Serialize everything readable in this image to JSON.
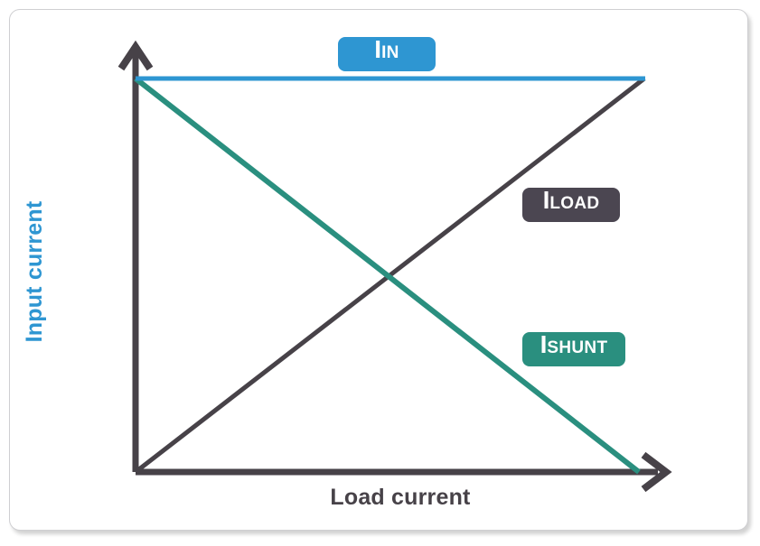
{
  "figure": {
    "background_color": "#ffffff",
    "border_color": "#cfcfd2"
  },
  "chart_data": {
    "type": "line",
    "title": "",
    "subtitle": "",
    "xlabel": "Load current",
    "ylabel": "Input current",
    "xlim": [
      0,
      1
    ],
    "ylim": [
      0,
      1
    ],
    "grid": false,
    "axis_ticks": false,
    "axis_arrows": true,
    "legend_position": "inline-annotations",
    "x": [
      0,
      1
    ],
    "series": [
      {
        "name": "I_IN",
        "label_symbol": "I",
        "label_subscript": "IN",
        "color": "#2E96D2",
        "values": [
          1.0,
          1.0
        ],
        "description": "Input current stays constant as load current increases",
        "linewidth": 5
      },
      {
        "name": "I_LOAD",
        "label_symbol": "I",
        "label_subscript": "LOAD",
        "color": "#474248",
        "values": [
          0.0,
          1.0
        ],
        "description": "Load current increases linearly from zero to maximum",
        "linewidth": 5
      },
      {
        "name": "I_SHUNT",
        "label_symbol": "I",
        "label_subscript": "SHUNT",
        "color": "#2A8F7F",
        "values": [
          1.0,
          0.0
        ],
        "description": "Shunt current decreases linearly from maximum to zero",
        "linewidth": 6
      }
    ],
    "annotations": [
      {
        "name": "I_IN",
        "symbol": "I",
        "subscript": "IN",
        "badge_color": "#2E96D2"
      },
      {
        "name": "I_LOAD",
        "symbol": "I",
        "subscript": "LOAD",
        "badge_color": "#4B4651"
      },
      {
        "name": "I_SHUNT",
        "symbol": "I",
        "subscript": "SHUNT",
        "badge_color": "#2A8F7F"
      }
    ],
    "crossing_point": {
      "x": 0.5,
      "y": 0.5
    }
  },
  "axes": {
    "color": "#474248",
    "x_title": "Load current",
    "y_title": "Input current",
    "x_title_color": "#474248",
    "y_title_color": "#2E96D2"
  }
}
